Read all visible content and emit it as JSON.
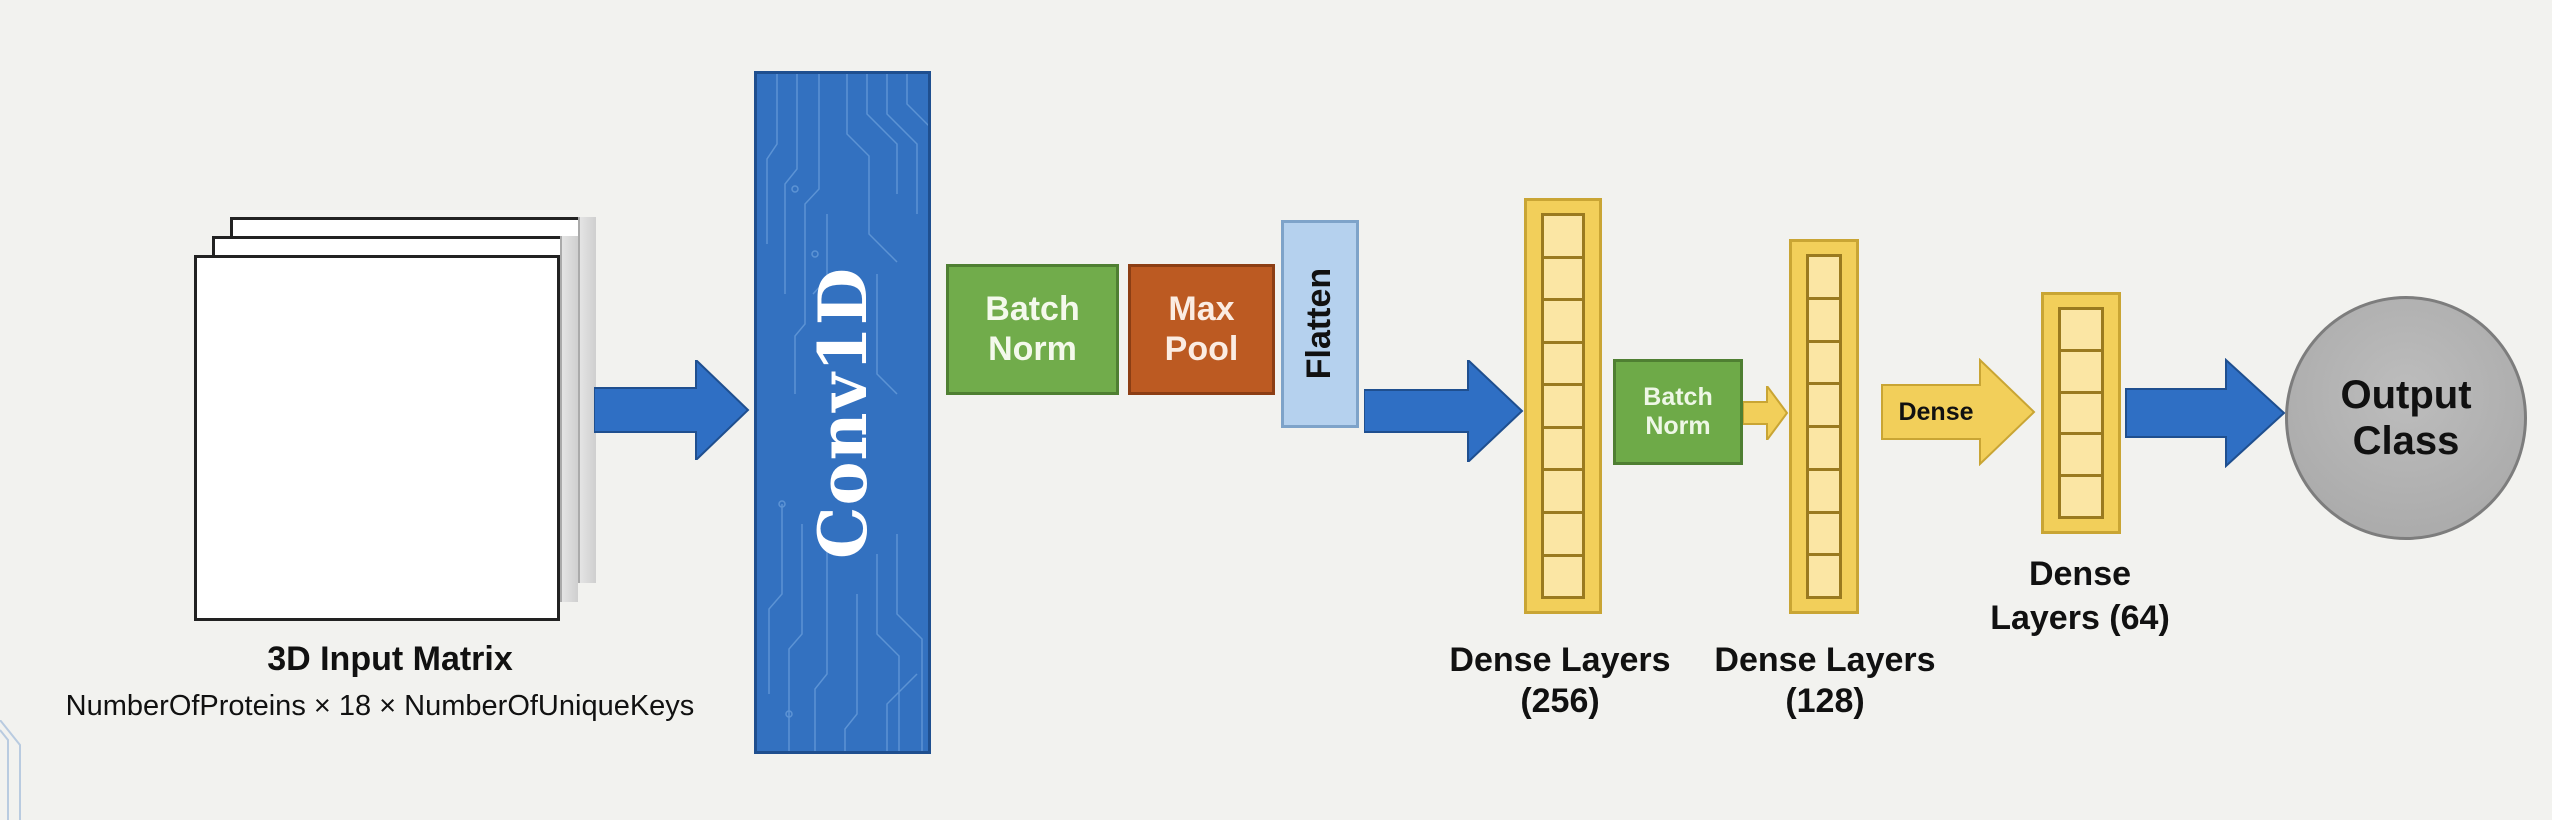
{
  "diagram": {
    "title": "Conv1D protein classification network architecture",
    "input": {
      "title": "3D Input Matrix",
      "subtitle": "NumberOfProteins × 18 × NumberOfUniqueKeys",
      "sheet_count": 3
    },
    "layers": {
      "conv": {
        "label": "Conv1D",
        "color": "#3371c0"
      },
      "batch_norm_1": {
        "line1": "Batch",
        "line2": "Norm",
        "color": "#71ac4b"
      },
      "max_pool": {
        "line1": "Max",
        "line2": "Pool",
        "color": "#bc5a22"
      },
      "flatten": {
        "label": "Flatten",
        "color": "#b5d1ee"
      },
      "dense_256": {
        "line1": "Dense Layers",
        "line2": "(256)",
        "units": 256,
        "cells_shown": 9
      },
      "batch_norm_2": {
        "line1": "Batch",
        "line2": "Norm",
        "color": "#6eaa48"
      },
      "dense_128": {
        "line1": "Dense Layers",
        "line2": "(128)",
        "units": 128,
        "cells_shown": 8
      },
      "dense_arrow": {
        "label": "Dense"
      },
      "dense_64": {
        "line1": "Dense",
        "line2": "Layers (64)",
        "units": 64,
        "cells_shown": 5
      },
      "output": {
        "line1": "Output",
        "line2": "Class",
        "color": "#b0b0b0"
      }
    },
    "colors": {
      "arrow_blue": "#2f6fc4",
      "arrow_yellow": "#f2cf5a",
      "dense_fill": "#f2cf5a",
      "dense_cell": "#fbe6a4",
      "background": "#f2f2ef"
    }
  }
}
